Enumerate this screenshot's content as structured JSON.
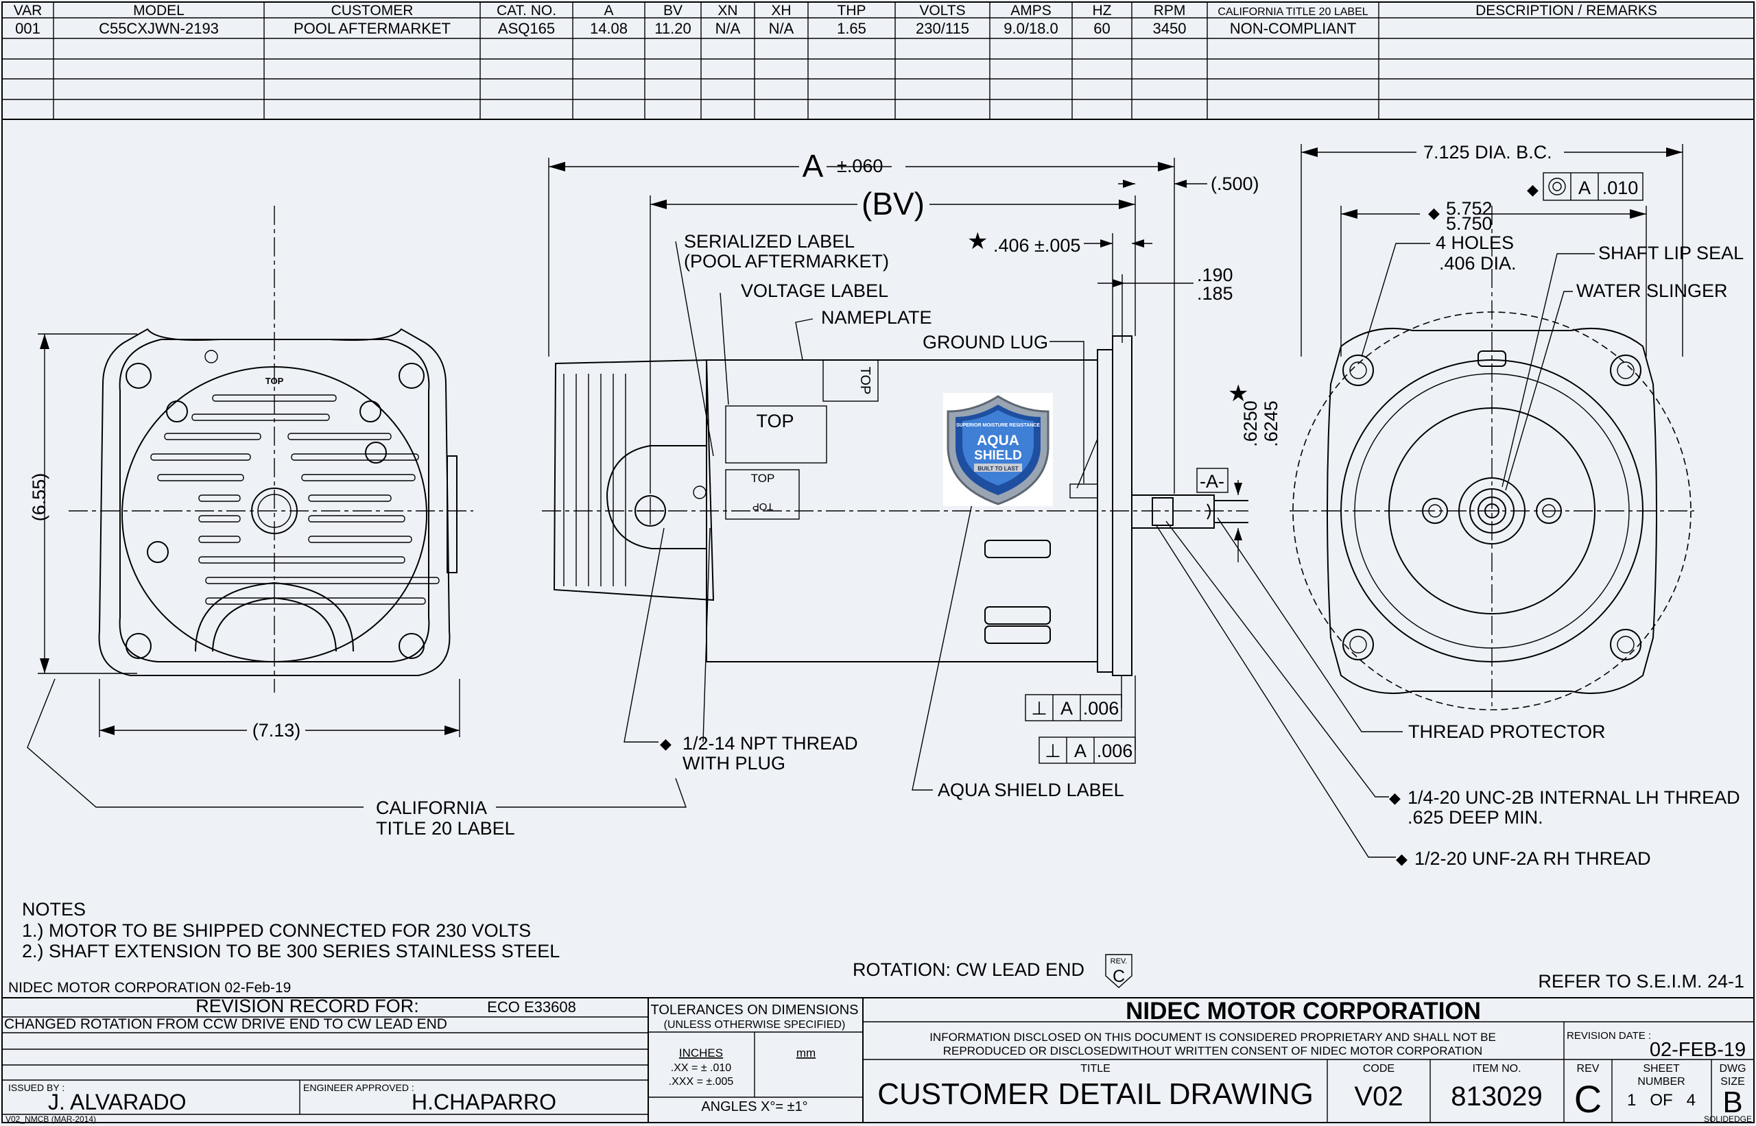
{
  "spec_table": {
    "headers": [
      "VAR",
      "MODEL",
      "CUSTOMER",
      "CAT. NO.",
      "A",
      "BV",
      "XN",
      "XH",
      "THP",
      "VOLTS",
      "AMPS",
      "HZ",
      "RPM",
      "CALIFORNIA TITLE 20 LABEL",
      "DESCRIPTION / REMARKS"
    ],
    "row": [
      "001",
      "C55CXJWN-2193",
      "POOL AFTERMARKET",
      "ASQ165",
      "14.08",
      "11.20",
      "N/A",
      "N/A",
      "1.65",
      "230/115",
      "9.0/18.0",
      "60",
      "3450",
      "NON-COMPLIANT",
      ""
    ]
  },
  "side_view": {
    "dim_a": "A",
    "dim_a_tol": "±.060",
    "dim_bv": "(BV)",
    "dim_500": "(.500)",
    "dim_406": ".406 ±.005",
    "dim_190": ".190",
    "dim_185": ".185",
    "dim_6250": ".6250",
    "dim_6245": ".6245",
    "datum_a": "-A-",
    "serialized_label_1": "SERIALIZED LABEL",
    "serialized_label_2": "(POOL AFTERMARKET)",
    "voltage_label": "VOLTAGE LABEL",
    "nameplate": "NAMEPLATE",
    "ground_lug": "GROUND LUG",
    "top_1": "TOP",
    "top_2": "TOP",
    "top_3": "TOP",
    "top_4": "TOP",
    "npt_1": "1/2-14 NPT THREAD",
    "npt_2": "WITH PLUG",
    "aqua_label": "AQUA SHIELD LABEL",
    "perp_tol": ".006",
    "datum": "A",
    "cal_1": "CALIFORNIA",
    "cal_2": "TITLE 20 LABEL"
  },
  "badge": {
    "top_text": "SUPERIOR MOISTURE RESISTANCE",
    "line1": "AQUA",
    "line2": "SHIELD",
    "ribbon": "BUILT TO LAST"
  },
  "left_view": {
    "height": "(6.55)",
    "width": "(7.13)"
  },
  "right_view": {
    "bc": "7.125  DIA. B.C.",
    "fcf_datum": "A",
    "fcf_tol": ".010",
    "pilot_1": "5.752",
    "pilot_2": "5.750",
    "holes_1": "4 HOLES",
    "holes_2": ".406 DIA.",
    "shaft_seal": "SHAFT LIP SEAL",
    "slinger": "WATER SLINGER",
    "thread_protector": "THREAD PROTECTOR",
    "unc_1": "1/4-20 UNC-2B INTERNAL LH THREAD",
    "unc_2": ".625 DEEP MIN.",
    "unf": "1/2-20 UNF-2A RH THREAD"
  },
  "notes": {
    "title": "NOTES",
    "items": [
      "1.) MOTOR TO BE SHIPPED CONNECTED FOR 230 VOLTS",
      "2.) SHAFT EXTENSION TO BE 300 SERIES STAINLESS STEEL"
    ],
    "company_date": "NIDEC MOTOR CORPORATION 02-Feb-19",
    "rotation": "ROTATION: CW LEAD END",
    "rev_mark": "REV.",
    "rev_letter": "C",
    "refer": "REFER TO S.E.I.M. 24-1"
  },
  "title_block": {
    "revision_record": "REVISION RECORD FOR:",
    "eco": "ECO E33608",
    "change": "CHANGED ROTATION FROM CCW DRIVE END TO CW LEAD END",
    "issued_by_label": "ISSUED BY :",
    "issued_by": "J. ALVARADO",
    "engineer_label": "ENGINEER APPROVED :",
    "engineer": "H.CHAPARRO",
    "tol_title": "TOLERANCES ON DIMENSIONS",
    "tol_sub": "(UNLESS OTHERWISE SPECIFIED)",
    "inches": "INCHES",
    "mm": "mm",
    "tol_xx": ".XX = ± .010",
    "tol_xxx": ".XXX = ±.005",
    "angles": "ANGLES  X°= ±1°",
    "company": "NIDEC MOTOR CORPORATION",
    "disclaimer_1": "INFORMATION DISCLOSED ON THIS DOCUMENT IS CONSIDERED PROPRIETARY AND SHALL NOT BE",
    "disclaimer_2": "REPRODUCED OR DISCLOSEDWITHOUT WRITTEN CONSENT OF NIDEC MOTOR CORPORATION",
    "rev_date_label": "REVISION DATE :",
    "rev_date": "02-FEB-19",
    "title_label": "TITLE",
    "title": "CUSTOMER  DETAIL  DRAWING",
    "code_label": "CODE",
    "code": "V02",
    "item_label": "ITEM NO.",
    "item": "813029",
    "rev_label": "REV",
    "rev": "C",
    "sheet_label_1": "SHEET",
    "sheet_label_2": "NUMBER",
    "sheet": "1   OF   4",
    "dwg_label_1": "DWG",
    "dwg_label_2": "SIZE",
    "dwg": "B",
    "form": "V02_NMCB (MAR-2014)",
    "solidedge": "SOLIDEDGE"
  }
}
